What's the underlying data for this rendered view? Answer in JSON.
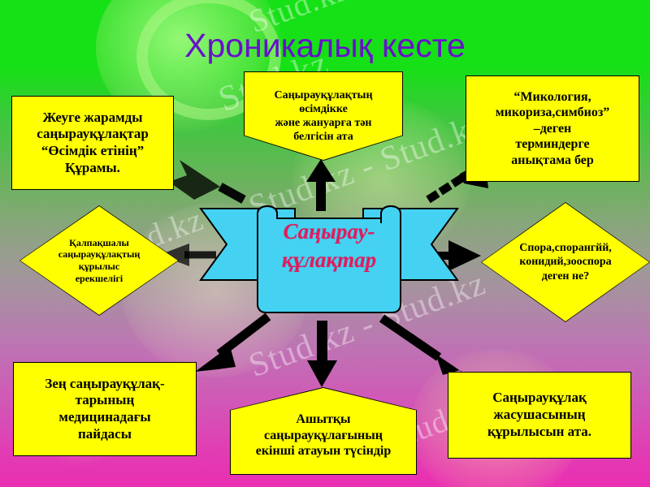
{
  "title": "Хроникалық кесте",
  "center": {
    "label_line1": "Саңырау-",
    "label_line2": "құлақтар",
    "fill": "#45d2f2",
    "text_color": "#e8185c"
  },
  "colors": {
    "node_fill": "#ffff00",
    "node_stroke": "#000000",
    "title": "#6a0fce",
    "arrow": "#000000",
    "bg_top": "#16e016",
    "bg_mid": "#9c9b93",
    "bg_bottom": "#ea2fb2"
  },
  "nodes": [
    {
      "id": "edible-composition",
      "shape": "rect",
      "lines": [
        "Жеуге  жарамды",
        "саңырауқұлақтар",
        "“Өсімдік етінің”",
        "Құрамы."
      ],
      "font_size": 17
    },
    {
      "id": "plant-animal-traits",
      "shape": "home-down",
      "lines": [
        "Саңырауқұлақтың",
        "өсімдікке",
        "және жануарға тән",
        "белгісін ата"
      ],
      "font_size": 14
    },
    {
      "id": "mycology-terms",
      "shape": "rect",
      "lines": [
        "“Микология,",
        "микориза,симбиоз”",
        "–деген",
        "терминдерге",
        "анықтама бер"
      ],
      "font_size": 16
    },
    {
      "id": "cap-structure",
      "shape": "diamond",
      "lines": [
        "Қалпақшалы",
        "саңырауқұлақтың",
        "құрылыс",
        "ерекшелігі"
      ],
      "font_size": 12
    },
    {
      "id": "spore-terms",
      "shape": "diamond",
      "lines": [
        "Спора,спорангйй,",
        "конидий,зооспора",
        "деген не?"
      ],
      "font_size": 14
    },
    {
      "id": "mold-medicine",
      "shape": "rect",
      "lines": [
        "Зең саңырауқұлақ-",
        "тарының",
        "медицинадағы",
        "пайдасы"
      ],
      "font_size": 17
    },
    {
      "id": "yeast-second-name",
      "shape": "home-up",
      "lines": [
        "Ашытқы",
        "саңырауқұлағының",
        "екінші атауын түсіндір"
      ],
      "font_size": 16
    },
    {
      "id": "cell-structure",
      "shape": "rect",
      "lines": [
        "Саңырауқұлақ",
        "жасушасының",
        "құрылысын ата."
      ],
      "font_size": 17
    }
  ],
  "watermarks": [
    "Stud.kz",
    "Stud.kz",
    "Stud.kz - Stud.kz",
    "Stud.kz - Stud.kz",
    "Stud.kz",
    "Stud.kz"
  ]
}
